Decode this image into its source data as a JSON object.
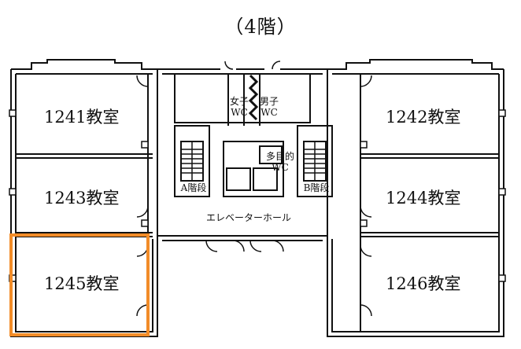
{
  "floor": {
    "title": "（4階）"
  },
  "rooms": {
    "r1241": "1241教室",
    "r1242": "1242教室",
    "r1243": "1243教室",
    "r1244": "1244教室",
    "r1245": "1245教室",
    "r1246": "1246教室"
  },
  "facilities": {
    "women_wc": "女子\nWC",
    "men_wc": "男子\nWC",
    "multi_wc": "多目的\nWC",
    "stairs_a": "A階段",
    "stairs_b": "B階段",
    "elevator_hall": "エレベーターホール"
  },
  "colors": {
    "wall": "#111111",
    "highlight": "#f28c28",
    "background": "#ffffff"
  },
  "highlighted_room": "1245教室"
}
